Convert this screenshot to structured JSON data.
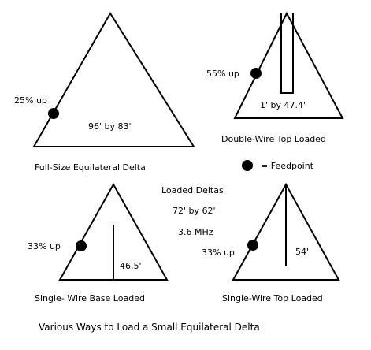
{
  "diagrams": {
    "full_size": {
      "feed_label": "25% up",
      "size_label": "96' by 83'",
      "caption": "Full-Size Equilateral Delta"
    },
    "double_wire_top": {
      "feed_label": "55% up",
      "size_label": "1' by 47.4'",
      "caption": "Double-Wire Top Loaded"
    },
    "single_wire_base": {
      "feed_label": "33% up",
      "size_label": "46.5'",
      "caption": "Single- Wire Base Loaded"
    },
    "single_wire_top": {
      "feed_label": "33% up",
      "size_label": "54'",
      "caption": "Single-Wire Top Loaded"
    }
  },
  "legend": {
    "label": "= Feedpoint"
  },
  "loaded_info": {
    "title": "Loaded Deltas",
    "dimensions": "72' by 62'",
    "frequency": "3.6 MHz"
  },
  "footer": {
    "title": "Various Ways to Load a Small Equilateral Delta"
  }
}
